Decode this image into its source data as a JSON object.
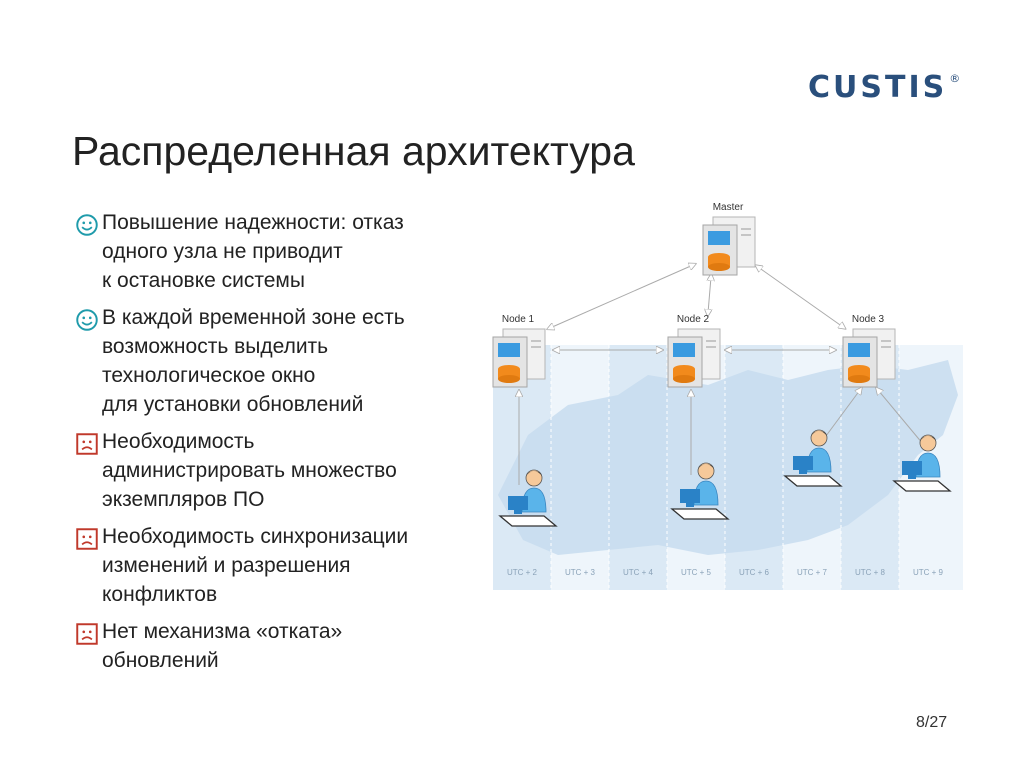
{
  "logo": {
    "text": "CUSTIS",
    "mark": "®"
  },
  "title": "Распределенная архитектура",
  "bullets": [
    {
      "icon": "smiley-happy-icon",
      "lines": [
        "Повышение надежности: отказ",
        "одного узла не приводит",
        "к остановке системы"
      ]
    },
    {
      "icon": "smiley-happy-icon",
      "lines": [
        "В каждой временной зоне есть",
        "возможность выделить",
        "технологическое окно",
        "для установки обновлений"
      ]
    },
    {
      "icon": "smiley-sad-icon",
      "lines": [
        "Необходимость",
        "администрировать множество",
        "экземпляров ПО"
      ]
    },
    {
      "icon": "smiley-sad-icon",
      "lines": [
        "Необходимость синхронизации",
        "изменений и разрешения",
        "конфликтов"
      ]
    },
    {
      "icon": "smiley-sad-icon",
      "lines": [
        "Нет механизма «отката»",
        "обновлений"
      ]
    }
  ],
  "diagram": {
    "master_label": "Master",
    "nodes": [
      "Node 1",
      "Node 2",
      "Node 3"
    ],
    "timezones": [
      "UTC + 2",
      "UTC + 3",
      "UTC + 4",
      "UTC + 5",
      "UTC + 6",
      "UTC + 7",
      "UTC + 8",
      "UTC + 9"
    ]
  },
  "colors": {
    "accent": "#1f9bab",
    "logo": "#2a4f7c",
    "server_blue": "#3b9be0",
    "server_orange": "#f28a1c"
  },
  "page": "8/27"
}
